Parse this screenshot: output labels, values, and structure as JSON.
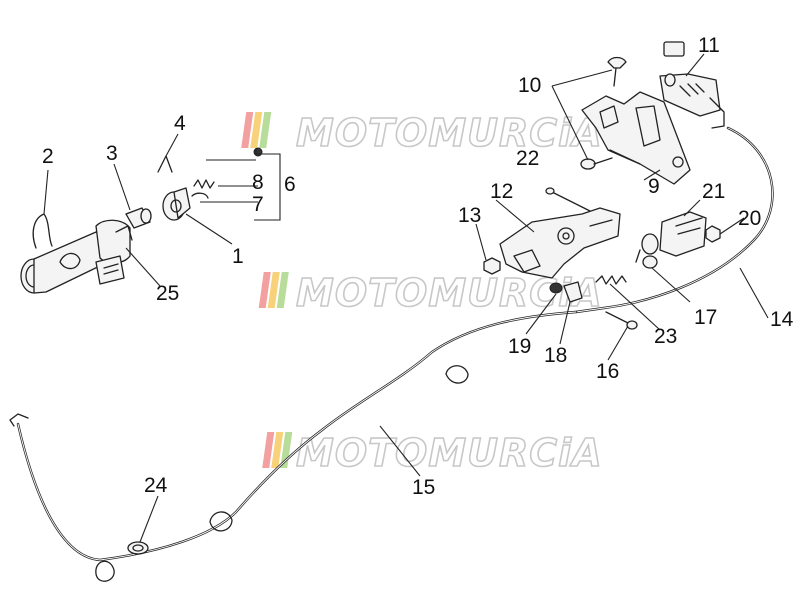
{
  "watermark": {
    "text": "MOTOMURCiA",
    "stripe_colors": [
      "#f2a0a0",
      "#f7d27a",
      "#b8dd9a"
    ]
  },
  "callouts": [
    {
      "id": "1",
      "label": "1"
    },
    {
      "id": "2",
      "label": "2"
    },
    {
      "id": "3",
      "label": "3"
    },
    {
      "id": "4",
      "label": "4"
    },
    {
      "id": "6",
      "label": "6"
    },
    {
      "id": "7",
      "label": "7"
    },
    {
      "id": "8",
      "label": "8"
    },
    {
      "id": "9",
      "label": "9"
    },
    {
      "id": "10",
      "label": "10"
    },
    {
      "id": "11",
      "label": "11"
    },
    {
      "id": "12",
      "label": "12"
    },
    {
      "id": "13",
      "label": "13"
    },
    {
      "id": "14",
      "label": "14"
    },
    {
      "id": "15",
      "label": "15"
    },
    {
      "id": "16",
      "label": "16"
    },
    {
      "id": "17",
      "label": "17"
    },
    {
      "id": "18",
      "label": "18"
    },
    {
      "id": "19",
      "label": "19"
    },
    {
      "id": "20",
      "label": "20"
    },
    {
      "id": "21",
      "label": "21"
    },
    {
      "id": "22",
      "label": "22"
    },
    {
      "id": "23",
      "label": "23"
    },
    {
      "id": "24",
      "label": "24"
    },
    {
      "id": "25",
      "label": "25"
    }
  ]
}
